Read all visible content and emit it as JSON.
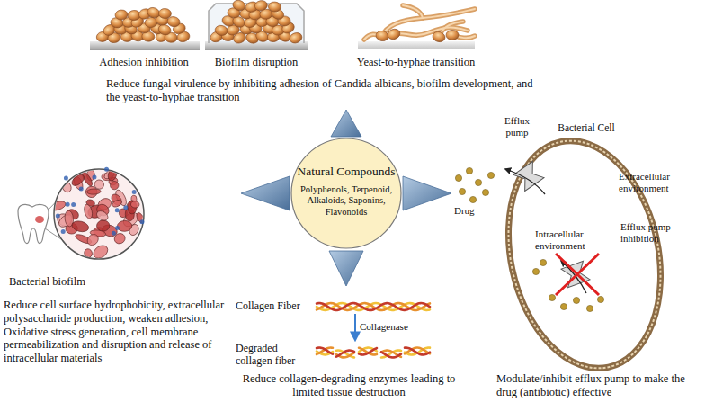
{
  "diagram": {
    "nodes": [
      {
        "text": [
          "Natural Compounds",
          "Polyphenols, Terpenoid, Alkaloids, Saponins, Flavonoids"
        ]
      },
      {
        "text": [
          "Bacterial Cell",
          "Intracellular environment"
        ]
      }
    ],
    "labels": [
      "Adhesion inhibition",
      "Biofilm disruption",
      "Yeast-to-hyphae transition",
      "Reduce fungal virulence by inhibiting adhesion of Candida albicans, biofilm development, and the yeast-to-hyphae transition",
      "Bacterial biofilm",
      "Reduce cell surface hydrophobicity, extracellular polysaccharide production, weaken adhesion, Oxidative stress generation, cell membrane permeabilization and disruption and release of intracellular materials",
      "Efflux pump",
      "Drug",
      "Extracellular environment",
      "Efflux pump inhibition",
      "Collagen Fiber",
      "Collagenase",
      "Degraded collagen fiber",
      "Reduce collagen-degrading enzymes leading to limited tissue destruction",
      "Modulate/inhibit efflux pump to make the drug (antibiotic) effective"
    ]
  }
}
